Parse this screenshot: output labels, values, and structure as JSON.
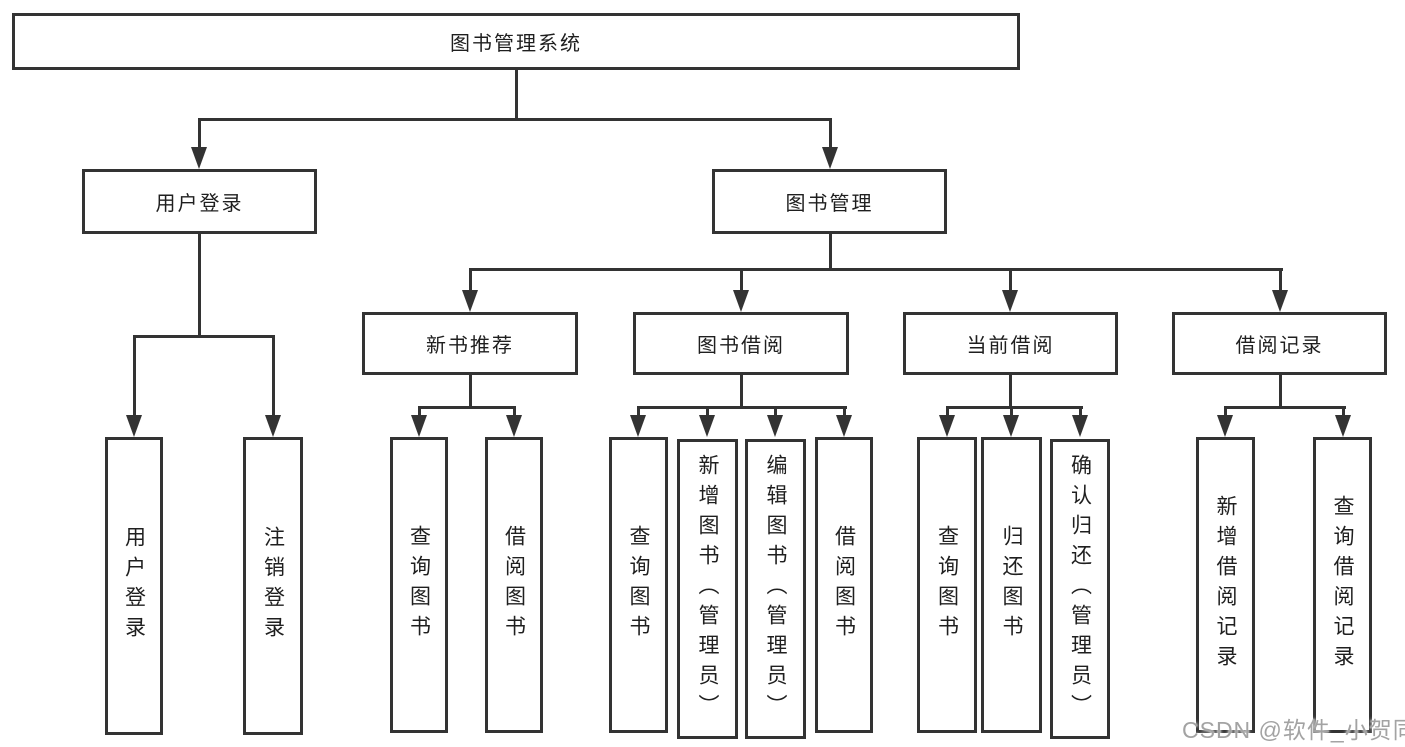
{
  "diagram": {
    "root": {
      "label": "图书管理系统"
    },
    "level2": [
      {
        "label": "用户登录"
      },
      {
        "label": "图书管理"
      }
    ],
    "level3": [
      {
        "label": "新书推荐"
      },
      {
        "label": "图书借阅"
      },
      {
        "label": "当前借阅"
      },
      {
        "label": "借阅记录"
      }
    ],
    "leaves": {
      "user_login": [
        "用户登录",
        "注销登录"
      ],
      "new_book_recommend": [
        "查询图书",
        "借阅图书"
      ],
      "book_borrow": [
        "查询图书",
        "新增图书（管理员）",
        "编辑图书（管理员）",
        "借阅图书"
      ],
      "current_borrow": [
        "查询图书",
        "归还图书",
        "确认归还（管理员）"
      ],
      "borrow_records": [
        "新增借阅记录",
        "查询借阅记录"
      ]
    }
  },
  "watermark": {
    "text": "CSDN @软件_小贺同学"
  },
  "colors": {
    "line": "#333333",
    "text": "#1f1f1f",
    "watermark": "#a3a3a3",
    "background": "#ffffff"
  }
}
